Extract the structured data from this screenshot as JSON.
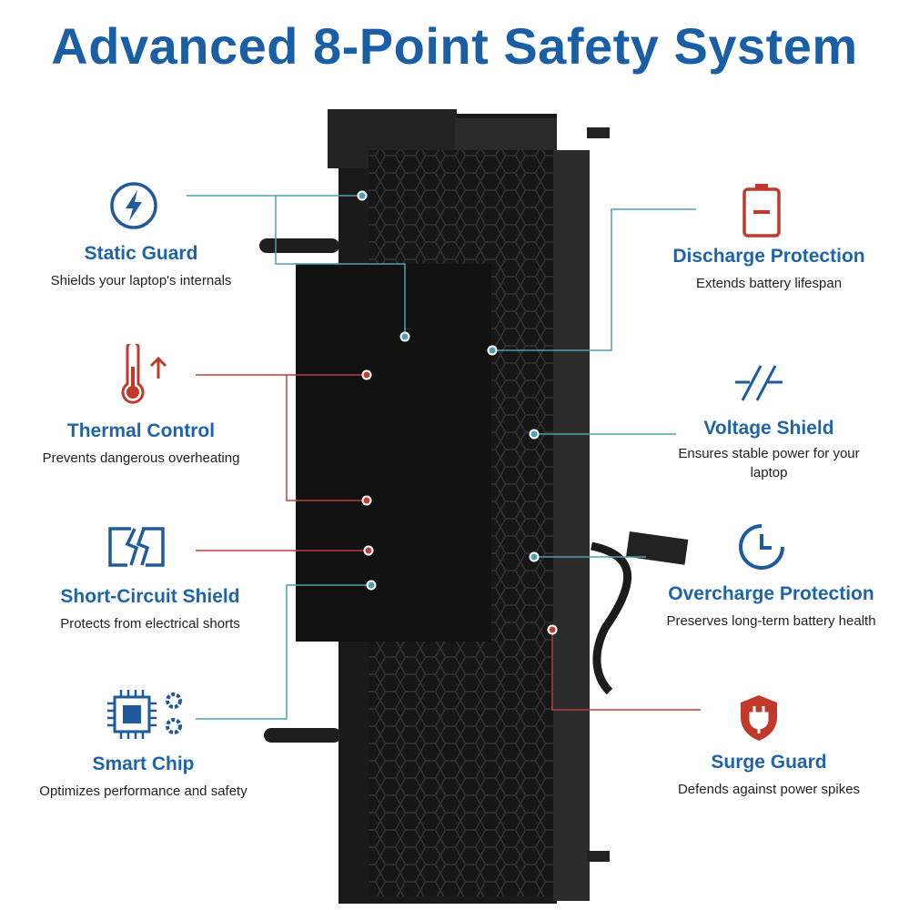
{
  "title": "Advanced 8-Point Safety System",
  "colors": {
    "brand_blue": "#1f63a8",
    "line_teal": "#4f9fb3",
    "line_red": "#b8413a",
    "battery": "#141414"
  },
  "features": [
    {
      "name": "Static Guard",
      "desc": "Shields your laptop's internals",
      "icon": "lightning-icon"
    },
    {
      "name": "Thermal Control",
      "desc": "Prevents dangerous overheating",
      "icon": "thermometer-icon"
    },
    {
      "name": "Short-Circuit Shield",
      "desc": "Protects from electrical shorts",
      "icon": "broken-circuit-icon"
    },
    {
      "name": "Smart Chip",
      "desc": "Optimizes performance and safety",
      "icon": "chip-gears-icon"
    },
    {
      "name": "Discharge Protection",
      "desc": "Extends battery lifespan",
      "icon": "battery-minus-icon"
    },
    {
      "name": "Voltage Shield",
      "desc": "Ensures stable power for your laptop",
      "icon": "voltage-icon"
    },
    {
      "name": "Overcharge Protection",
      "desc": "Preserves long-term battery health",
      "icon": "clock-icon"
    },
    {
      "name": "Surge Guard",
      "desc": "Defends against power spikes",
      "icon": "shield-plug-icon"
    }
  ]
}
